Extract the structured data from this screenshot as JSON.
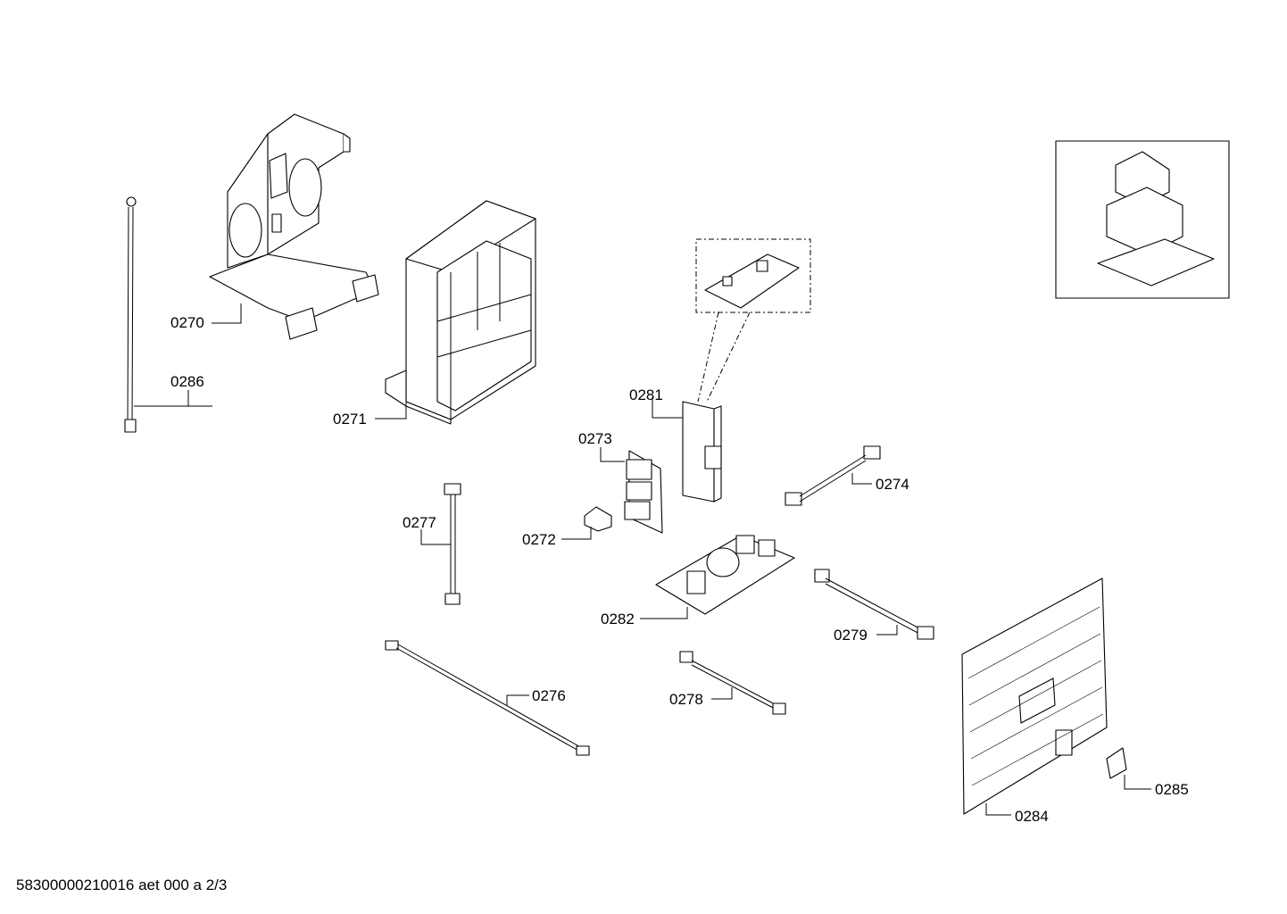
{
  "diagram": {
    "part_labels": {
      "p0270": "0270",
      "p0271": "0271",
      "p0272": "0272",
      "p0273": "0273",
      "p0274": "0274",
      "p0276": "0276",
      "p0277": "0277",
      "p0278": "0278",
      "p0279": "0279",
      "p0281": "0281",
      "p0282": "0282",
      "p0284": "0284",
      "p0285": "0285",
      "p0286": "0286"
    },
    "footer": "58300000210016 aet 000 a 2/3"
  }
}
